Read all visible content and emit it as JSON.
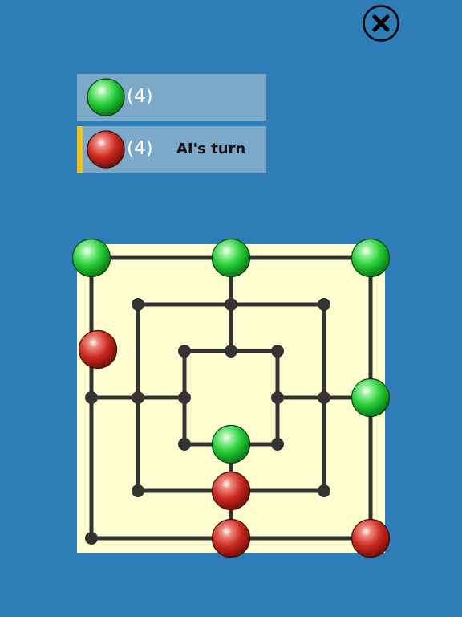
{
  "controls": {
    "close_icon": "close-icon"
  },
  "players": {
    "green": {
      "count": "(4)",
      "color": "#22cc33",
      "piece": "green-piece-icon"
    },
    "red": {
      "count": "(4)",
      "status": "AI's turn",
      "color": "#cc2a1e",
      "piece": "red-piece-icon",
      "active": true
    }
  },
  "colors": {
    "background": "#2e7db6",
    "board": "#fffdd0",
    "lines": "#333333",
    "turn_indicator": "#f2c21b"
  },
  "board": {
    "pieces": [
      {
        "point": "outer-top-left",
        "color": "green"
      },
      {
        "point": "outer-top-mid",
        "color": "green"
      },
      {
        "point": "outer-top-right",
        "color": "green"
      },
      {
        "point": "outer-mid-left-upper",
        "color": "red"
      },
      {
        "point": "outer-mid-right",
        "color": "green"
      },
      {
        "point": "inner-bottom-mid",
        "color": "green"
      },
      {
        "point": "middle-bottom-mid",
        "color": "red"
      },
      {
        "point": "outer-bottom-mid",
        "color": "red"
      },
      {
        "point": "outer-bottom-right",
        "color": "red"
      }
    ]
  }
}
